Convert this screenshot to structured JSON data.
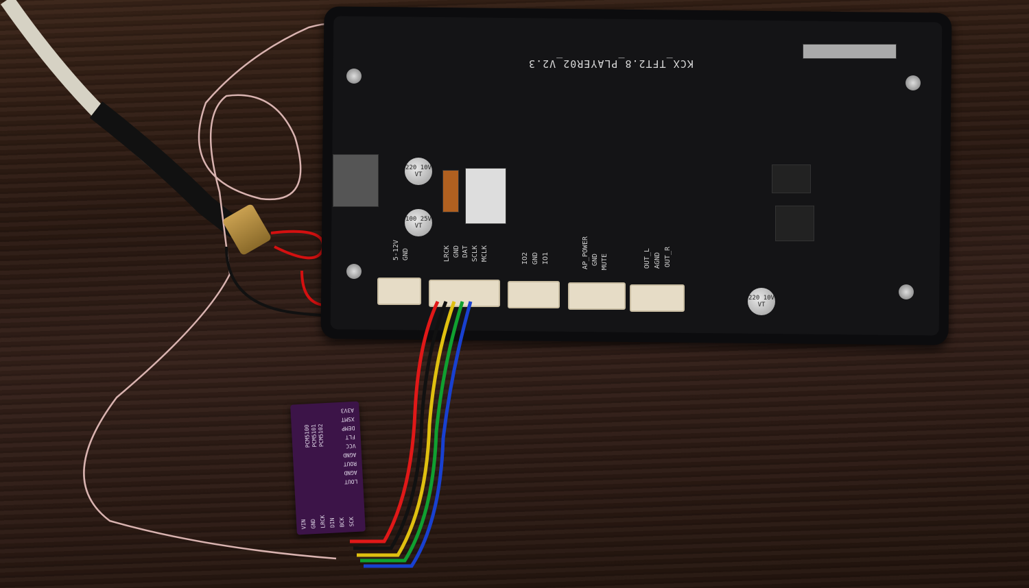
{
  "board": {
    "title": "KCX_TFT2.8_PLAYER02_V2.3",
    "connectors": [
      {
        "pins": [
          "5-12V",
          "GND"
        ]
      },
      {
        "pins": [
          "LRCK",
          "GND",
          "DAT",
          "SCLK",
          "MCLK"
        ]
      },
      {
        "pins": [
          "IO2",
          "GND",
          "IO1"
        ]
      },
      {
        "pins": [
          "AP_POWER",
          "GND",
          "MUTE"
        ]
      },
      {
        "pins": [
          "OUT_L",
          "AGND",
          "OUT_R"
        ]
      }
    ],
    "capacitors": [
      {
        "text": "220 10V VT"
      },
      {
        "text": "100 25V VT"
      },
      {
        "text": "220 10V VT"
      }
    ]
  },
  "module": {
    "chips": [
      "PCM5100",
      "PCM5101",
      "PCM5102"
    ],
    "pins": [
      "LOUT",
      "AGND",
      "ROUT",
      "AGND",
      "VCC",
      "FLT",
      "DEMP",
      "XSMT",
      "A3V3"
    ],
    "bottom_pins": [
      "VIN",
      "GND",
      "LRCK",
      "DIN",
      "BCK",
      "SCK"
    ]
  },
  "colors": {
    "wood": "#2b1a12",
    "pcb": "#141416",
    "module": "#3c1448"
  }
}
